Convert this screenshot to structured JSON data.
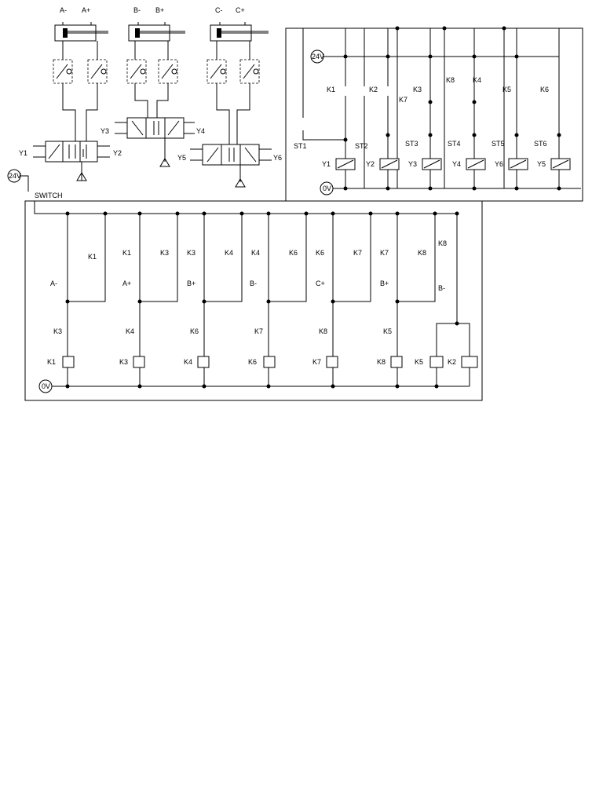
{
  "pneumatic": {
    "cylinders": [
      {
        "minus": "A-",
        "plus": "A+"
      },
      {
        "minus": "B-",
        "plus": "B+"
      },
      {
        "minus": "C-",
        "plus": "C+"
      }
    ],
    "valves": [
      {
        "left": "Y1",
        "right": "Y2"
      },
      {
        "left": "Y3",
        "right": "Y4"
      },
      {
        "left": "Y5",
        "right": "Y6"
      }
    ]
  },
  "solenoid_circuit": {
    "supply": "24V",
    "ground": "0V",
    "relay_labels": [
      "K1",
      "K2",
      "K3",
      "K7",
      "K8",
      "K4",
      "K5",
      "K6"
    ],
    "steps": [
      "ST1",
      "ST2",
      "ST3",
      "ST4",
      "ST5",
      "ST6"
    ],
    "coils": [
      "Y1",
      "Y2",
      "Y3",
      "Y4",
      "Y6",
      "Y5"
    ]
  },
  "relay_circuit": {
    "supply": "24V",
    "ground": "0V",
    "switch_label": "SWITCH",
    "top_contacts": [
      "K1",
      "K1",
      "K3",
      "K3",
      "K4",
      "K4",
      "K6",
      "K6",
      "K7",
      "K7",
      "K8",
      "K8"
    ],
    "sensors": [
      "A-",
      "A+",
      "B+",
      "B-",
      "C+",
      "B+",
      "B-"
    ],
    "interlocks": [
      "K3",
      "K4",
      "K6",
      "K7",
      "K8",
      "K5"
    ],
    "coils": [
      "K1",
      "K3",
      "K4",
      "K6",
      "K7",
      "K8",
      "K5",
      "K2"
    ]
  }
}
